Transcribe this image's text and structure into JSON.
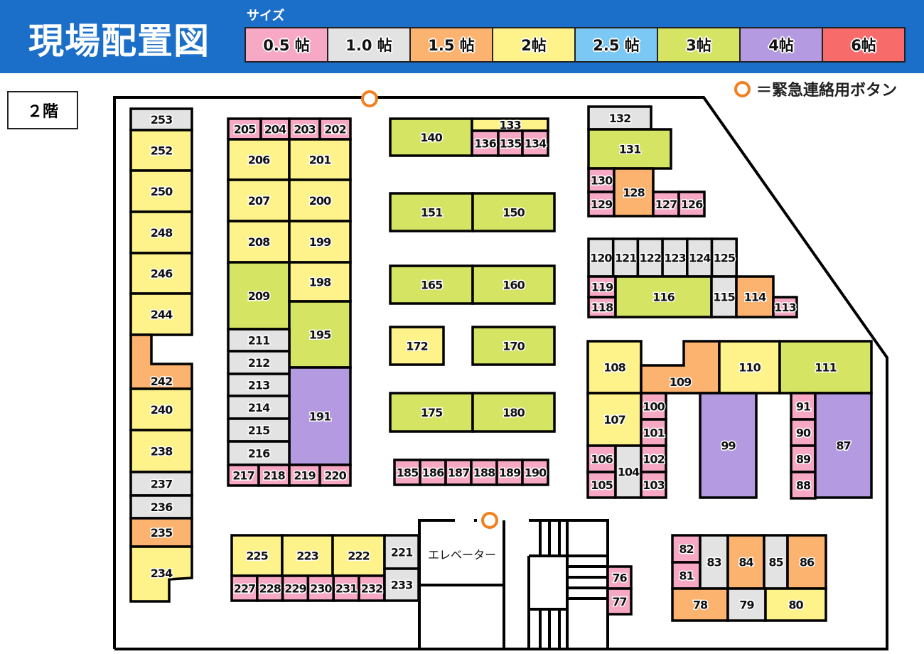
{
  "header": {
    "title": "現場配置図",
    "size_label": "サイズ"
  },
  "sizes": [
    {
      "key": "0.5",
      "label": "0.5 帖",
      "color": "#f7a8c4"
    },
    {
      "key": "1.0",
      "label": "1.0 帖",
      "color": "#e3e3e3"
    },
    {
      "key": "1.5",
      "label": "1.5 帖",
      "color": "#fbb36f"
    },
    {
      "key": "2",
      "label": "2帖",
      "color": "#fef28a"
    },
    {
      "key": "2.5",
      "label": "2.5 帖",
      "color": "#7cc8f5"
    },
    {
      "key": "3",
      "label": "3帖",
      "color": "#d6e464"
    },
    {
      "key": "4",
      "label": "4帖",
      "color": "#b49ae0"
    },
    {
      "key": "6",
      "label": "6帖",
      "color": "#f76b6b"
    }
  ],
  "emergency_legend": "＝緊急連絡用ボタン",
  "emergency_color": "#f08020",
  "floor_label": "２階",
  "elevator_label": "エレベーター",
  "units": [
    {
      "no": "253",
      "size": "1.0"
    },
    {
      "no": "252",
      "size": "2"
    },
    {
      "no": "250",
      "size": "2"
    },
    {
      "no": "248",
      "size": "2"
    },
    {
      "no": "246",
      "size": "2"
    },
    {
      "no": "244",
      "size": "2"
    },
    {
      "no": "242",
      "size": "1.5"
    },
    {
      "no": "240",
      "size": "2"
    },
    {
      "no": "238",
      "size": "2"
    },
    {
      "no": "237",
      "size": "1.0"
    },
    {
      "no": "236",
      "size": "1.0"
    },
    {
      "no": "235",
      "size": "1.5"
    },
    {
      "no": "234",
      "size": "2"
    },
    {
      "no": "205",
      "size": "0.5"
    },
    {
      "no": "204",
      "size": "0.5"
    },
    {
      "no": "203",
      "size": "0.5"
    },
    {
      "no": "202",
      "size": "0.5"
    },
    {
      "no": "206",
      "size": "2"
    },
    {
      "no": "201",
      "size": "2"
    },
    {
      "no": "207",
      "size": "2"
    },
    {
      "no": "200",
      "size": "2"
    },
    {
      "no": "208",
      "size": "2"
    },
    {
      "no": "199",
      "size": "2"
    },
    {
      "no": "209",
      "size": "3"
    },
    {
      "no": "198",
      "size": "2"
    },
    {
      "no": "195",
      "size": "3"
    },
    {
      "no": "191",
      "size": "4"
    },
    {
      "no": "211",
      "size": "1.0"
    },
    {
      "no": "212",
      "size": "1.0"
    },
    {
      "no": "213",
      "size": "1.0"
    },
    {
      "no": "214",
      "size": "1.0"
    },
    {
      "no": "215",
      "size": "1.0"
    },
    {
      "no": "216",
      "size": "1.0"
    },
    {
      "no": "217",
      "size": "0.5"
    },
    {
      "no": "218",
      "size": "0.5"
    },
    {
      "no": "219",
      "size": "0.5"
    },
    {
      "no": "220",
      "size": "0.5"
    },
    {
      "no": "140",
      "size": "3"
    },
    {
      "no": "133",
      "size": "2"
    },
    {
      "no": "136",
      "size": "0.5"
    },
    {
      "no": "135",
      "size": "0.5"
    },
    {
      "no": "134",
      "size": "0.5"
    },
    {
      "no": "151",
      "size": "3"
    },
    {
      "no": "150",
      "size": "3"
    },
    {
      "no": "165",
      "size": "3"
    },
    {
      "no": "160",
      "size": "3"
    },
    {
      "no": "172",
      "size": "2"
    },
    {
      "no": "170",
      "size": "3"
    },
    {
      "no": "175",
      "size": "3"
    },
    {
      "no": "180",
      "size": "3"
    },
    {
      "no": "185",
      "size": "0.5"
    },
    {
      "no": "186",
      "size": "0.5"
    },
    {
      "no": "187",
      "size": "0.5"
    },
    {
      "no": "188",
      "size": "0.5"
    },
    {
      "no": "189",
      "size": "0.5"
    },
    {
      "no": "190",
      "size": "0.5"
    },
    {
      "no": "225",
      "size": "2"
    },
    {
      "no": "223",
      "size": "2"
    },
    {
      "no": "222",
      "size": "2"
    },
    {
      "no": "221",
      "size": "1.0"
    },
    {
      "no": "233",
      "size": "1.0"
    },
    {
      "no": "227",
      "size": "0.5"
    },
    {
      "no": "228",
      "size": "0.5"
    },
    {
      "no": "229",
      "size": "0.5"
    },
    {
      "no": "230",
      "size": "0.5"
    },
    {
      "no": "231",
      "size": "0.5"
    },
    {
      "no": "232",
      "size": "0.5"
    },
    {
      "no": "76",
      "size": "0.5"
    },
    {
      "no": "77",
      "size": "0.5"
    },
    {
      "no": "132",
      "size": "1.0"
    },
    {
      "no": "131",
      "size": "3"
    },
    {
      "no": "130",
      "size": "0.5"
    },
    {
      "no": "129",
      "size": "0.5"
    },
    {
      "no": "128",
      "size": "1.5"
    },
    {
      "no": "127",
      "size": "0.5"
    },
    {
      "no": "126",
      "size": "0.5"
    },
    {
      "no": "120",
      "size": "1.0"
    },
    {
      "no": "121",
      "size": "1.0"
    },
    {
      "no": "122",
      "size": "1.0"
    },
    {
      "no": "123",
      "size": "1.0"
    },
    {
      "no": "124",
      "size": "1.0"
    },
    {
      "no": "125",
      "size": "1.0"
    },
    {
      "no": "119",
      "size": "0.5"
    },
    {
      "no": "118",
      "size": "0.5"
    },
    {
      "no": "116",
      "size": "3"
    },
    {
      "no": "115",
      "size": "1.0"
    },
    {
      "no": "114",
      "size": "1.5"
    },
    {
      "no": "113",
      "size": "0.5"
    },
    {
      "no": "108",
      "size": "2"
    },
    {
      "no": "109",
      "size": "1.5"
    },
    {
      "no": "110",
      "size": "2"
    },
    {
      "no": "111",
      "size": "3"
    },
    {
      "no": "107",
      "size": "2"
    },
    {
      "no": "106",
      "size": "0.5"
    },
    {
      "no": "105",
      "size": "0.5"
    },
    {
      "no": "104",
      "size": "1.0"
    },
    {
      "no": "100",
      "size": "0.5"
    },
    {
      "no": "101",
      "size": "0.5"
    },
    {
      "no": "102",
      "size": "0.5"
    },
    {
      "no": "103",
      "size": "0.5"
    },
    {
      "no": "99",
      "size": "4"
    },
    {
      "no": "91",
      "size": "0.5"
    },
    {
      "no": "90",
      "size": "0.5"
    },
    {
      "no": "89",
      "size": "0.5"
    },
    {
      "no": "88",
      "size": "0.5"
    },
    {
      "no": "87",
      "size": "4"
    },
    {
      "no": "82",
      "size": "0.5"
    },
    {
      "no": "81",
      "size": "0.5"
    },
    {
      "no": "83",
      "size": "1.0"
    },
    {
      "no": "84",
      "size": "1.5"
    },
    {
      "no": "85",
      "size": "1.0"
    },
    {
      "no": "86",
      "size": "1.5"
    },
    {
      "no": "78",
      "size": "1.5"
    },
    {
      "no": "79",
      "size": "1.0"
    },
    {
      "no": "80",
      "size": "2"
    }
  ]
}
